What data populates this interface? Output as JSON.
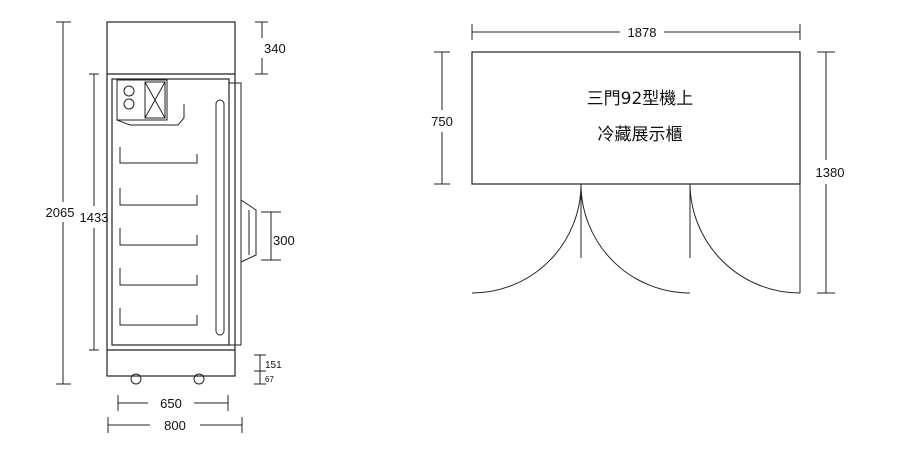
{
  "front_view": {
    "dims": {
      "total_height": "2065",
      "interior_height": "1433",
      "top_box": "340",
      "handle": "300",
      "base": "151",
      "wheel": "67",
      "inner_width": "650",
      "outer_width": "800"
    }
  },
  "plan_view": {
    "dims": {
      "width": "1878",
      "depth": "750",
      "depth_with_doors": "1380"
    },
    "title_line1": "三門92型機上",
    "title_line2": "冷藏展示櫃"
  }
}
